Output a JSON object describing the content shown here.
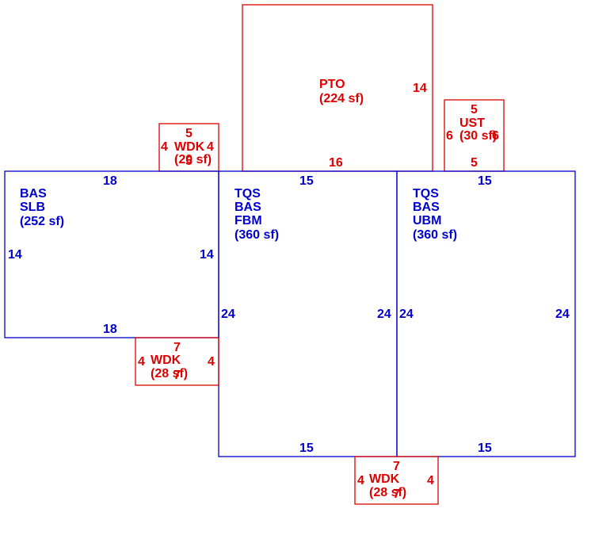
{
  "sketch": {
    "pto": {
      "code": "PTO",
      "area": "(224 sf)",
      "dim_right": "14",
      "dim_bottom": "16"
    },
    "ust": {
      "code": "UST",
      "area": "(30 sf)",
      "dim_top": "5",
      "dim_left": "6",
      "dim_right": "6",
      "dim_bottom": "5"
    },
    "wdk_top": {
      "code": "WDK",
      "area": "(20 sf)",
      "dim_top": "5",
      "dim_left": "4",
      "dim_right": "4",
      "dim_bottom": "5"
    },
    "wdk_mid": {
      "code": "WDK",
      "area": "(28 sf)",
      "dim_top": "7",
      "dim_left": "4",
      "dim_right": "4",
      "dim_bottom": "7"
    },
    "wdk_bot": {
      "code": "WDK",
      "area": "(28 sf)",
      "dim_top": "7",
      "dim_left": "4",
      "dim_right": "4",
      "dim_bottom": "7"
    },
    "slb": {
      "line1": "BAS",
      "line2": "SLB",
      "area": "(252 sf)",
      "dim_top": "18",
      "dim_bottom": "18",
      "dim_left": "14",
      "dim_right": "14"
    },
    "fbm": {
      "line1": "TQS",
      "line2": "BAS",
      "line3": "FBM",
      "area": "(360 sf)",
      "dim_top": "15",
      "dim_bottom": "15",
      "dim_left": "24",
      "dim_right": "24"
    },
    "ubm": {
      "line1": "TQS",
      "line2": "BAS",
      "line3": "UBM",
      "area": "(360 sf)",
      "dim_top": "15",
      "dim_bottom": "15",
      "dim_left": "24",
      "dim_right": "24"
    }
  },
  "colors": {
    "building": "#0000cc",
    "addition": "#dd0000"
  }
}
